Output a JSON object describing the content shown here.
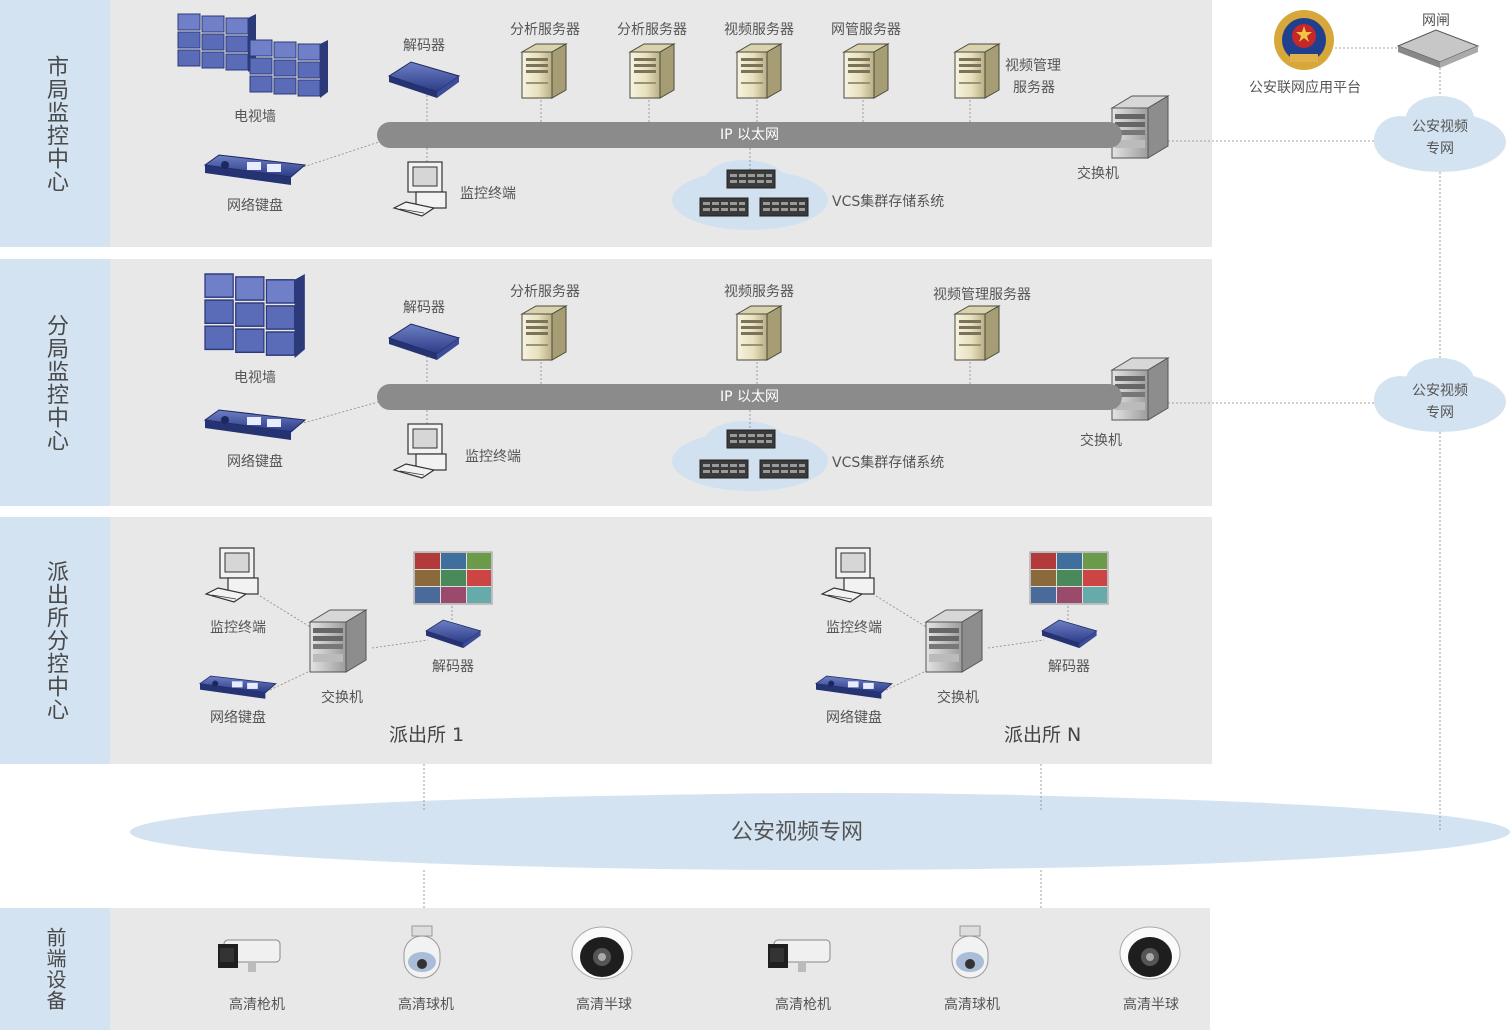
{
  "sections": {
    "city": "市局监控中心",
    "branch": "分局监控中心",
    "station": "派出所分控中心",
    "front": "前端设备"
  },
  "city": {
    "tv_wall": "电视墙",
    "keyboard": "网络键盘",
    "decoder": "解码器",
    "terminal": "监控终端",
    "analysis1": "分析服务器",
    "analysis2": "分析服务器",
    "video_server": "视频服务器",
    "nms_server": "网管服务器",
    "vms_line1": "视频管理",
    "vms_line2": "服务器",
    "bus": "IP 以太网",
    "storage": "VCS集群存储系统",
    "switch": "交换机"
  },
  "branch": {
    "tv_wall": "电视墙",
    "keyboard": "网络键盘",
    "decoder": "解码器",
    "terminal": "监控终端",
    "analysis": "分析服务器",
    "video_server": "视频服务器",
    "vms": "视频管理服务器",
    "bus": "IP 以太网",
    "storage": "VCS集群存储系统",
    "switch": "交换机"
  },
  "stations": [
    {
      "terminal": "监控终端",
      "keyboard": "网络键盘",
      "switch": "交换机",
      "decoder": "解码器",
      "name": "派出所 1"
    },
    {
      "terminal": "监控终端",
      "keyboard": "网络键盘",
      "switch": "交换机",
      "decoder": "解码器",
      "name": "派出所 N"
    }
  ],
  "right": {
    "gateway": "网闸",
    "platform": "公安联网应用平台",
    "cloud1_line1": "公安视频",
    "cloud1_line2": "专网",
    "cloud2_line1": "公安视频",
    "cloud2_line2": "专网"
  },
  "main_cloud": "公安视频专网",
  "front": [
    "高清枪机",
    "高清球机",
    "高清半球",
    "高清枪机",
    "高清球机",
    "高清半球"
  ],
  "colors": {
    "panel": "#e8e8e8",
    "side": "#d3e3f1",
    "bus": "#8b8b8b",
    "cloud": "#d3e3f1"
  }
}
